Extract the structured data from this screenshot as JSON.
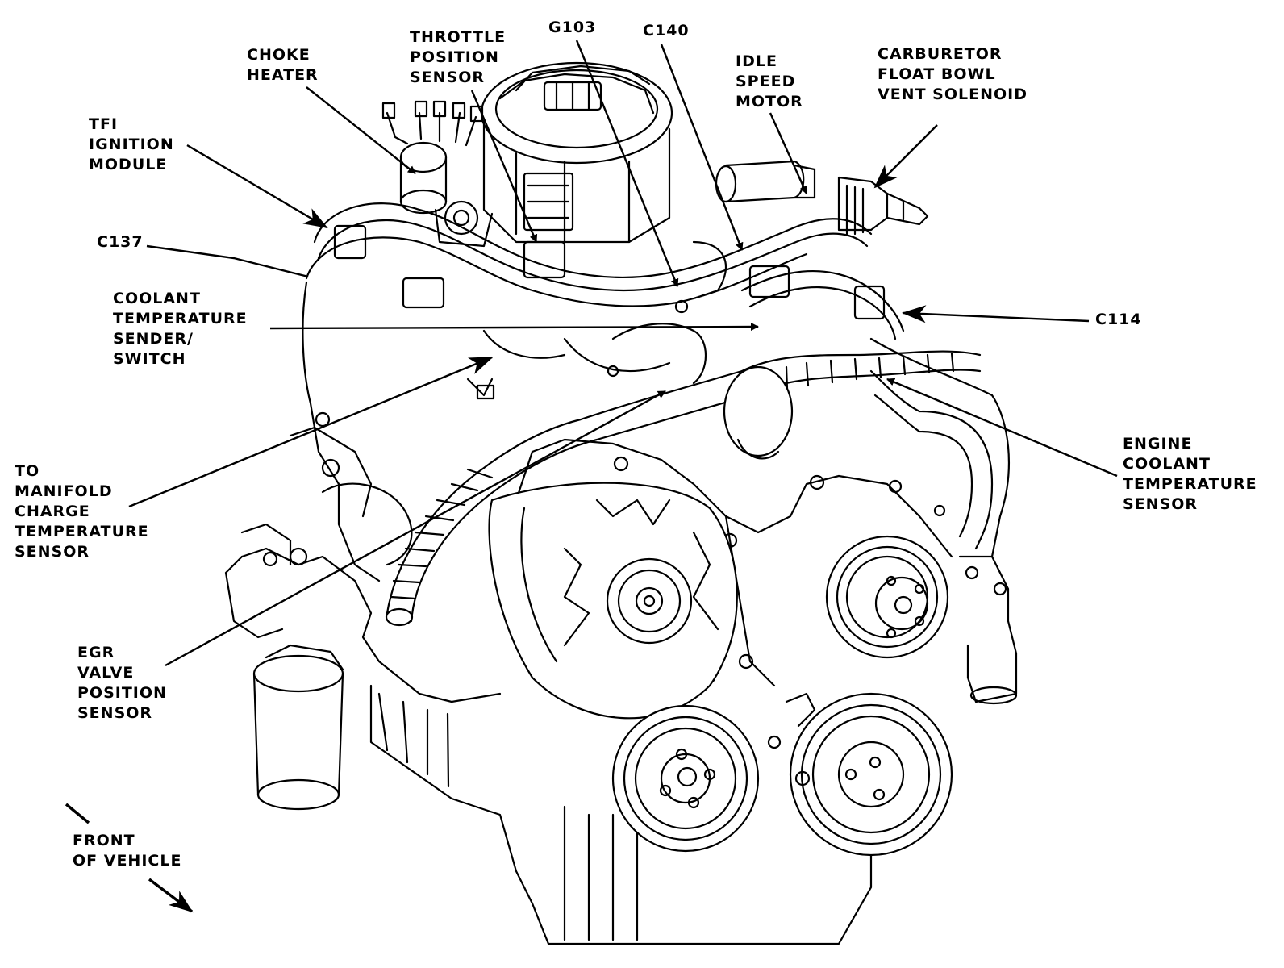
{
  "labels": {
    "throttle_position_sensor": [
      "THROTTLE",
      "POSITION",
      "SENSOR"
    ],
    "g103": [
      "G103"
    ],
    "c140": [
      "C140"
    ],
    "choke_heater": [
      "CHOKE",
      "HEATER"
    ],
    "idle_speed_motor": [
      "IDLE",
      "SPEED",
      "MOTOR"
    ],
    "carburetor_float_bowl_vent_solenoid": [
      "CARBURETOR",
      "FLOAT BOWL",
      "VENT SOLENOID"
    ],
    "tfi_ignition_module": [
      "TFI",
      "IGNITION",
      "MODULE"
    ],
    "c137": [
      "C137"
    ],
    "c114": [
      "C114"
    ],
    "coolant_temperature_sender_switch": [
      "COOLANT",
      "TEMPERATURE",
      "SENDER/",
      "SWITCH"
    ],
    "engine_coolant_temperature_sensor": [
      "ENGINE",
      "COOLANT",
      "TEMPERATURE",
      "SENSOR"
    ],
    "manifold_charge_temperature_sensor": [
      "TO",
      "MANIFOLD",
      "CHARGE",
      "TEMPERATURE",
      "SENSOR"
    ],
    "egr_valve_position_sensor": [
      "EGR",
      "VALVE",
      "POSITION",
      "SENSOR"
    ],
    "front_of_vehicle": [
      "FRONT",
      "OF VEHICLE"
    ]
  },
  "colors": {
    "ink": "#000000",
    "paper": "#ffffff"
  }
}
